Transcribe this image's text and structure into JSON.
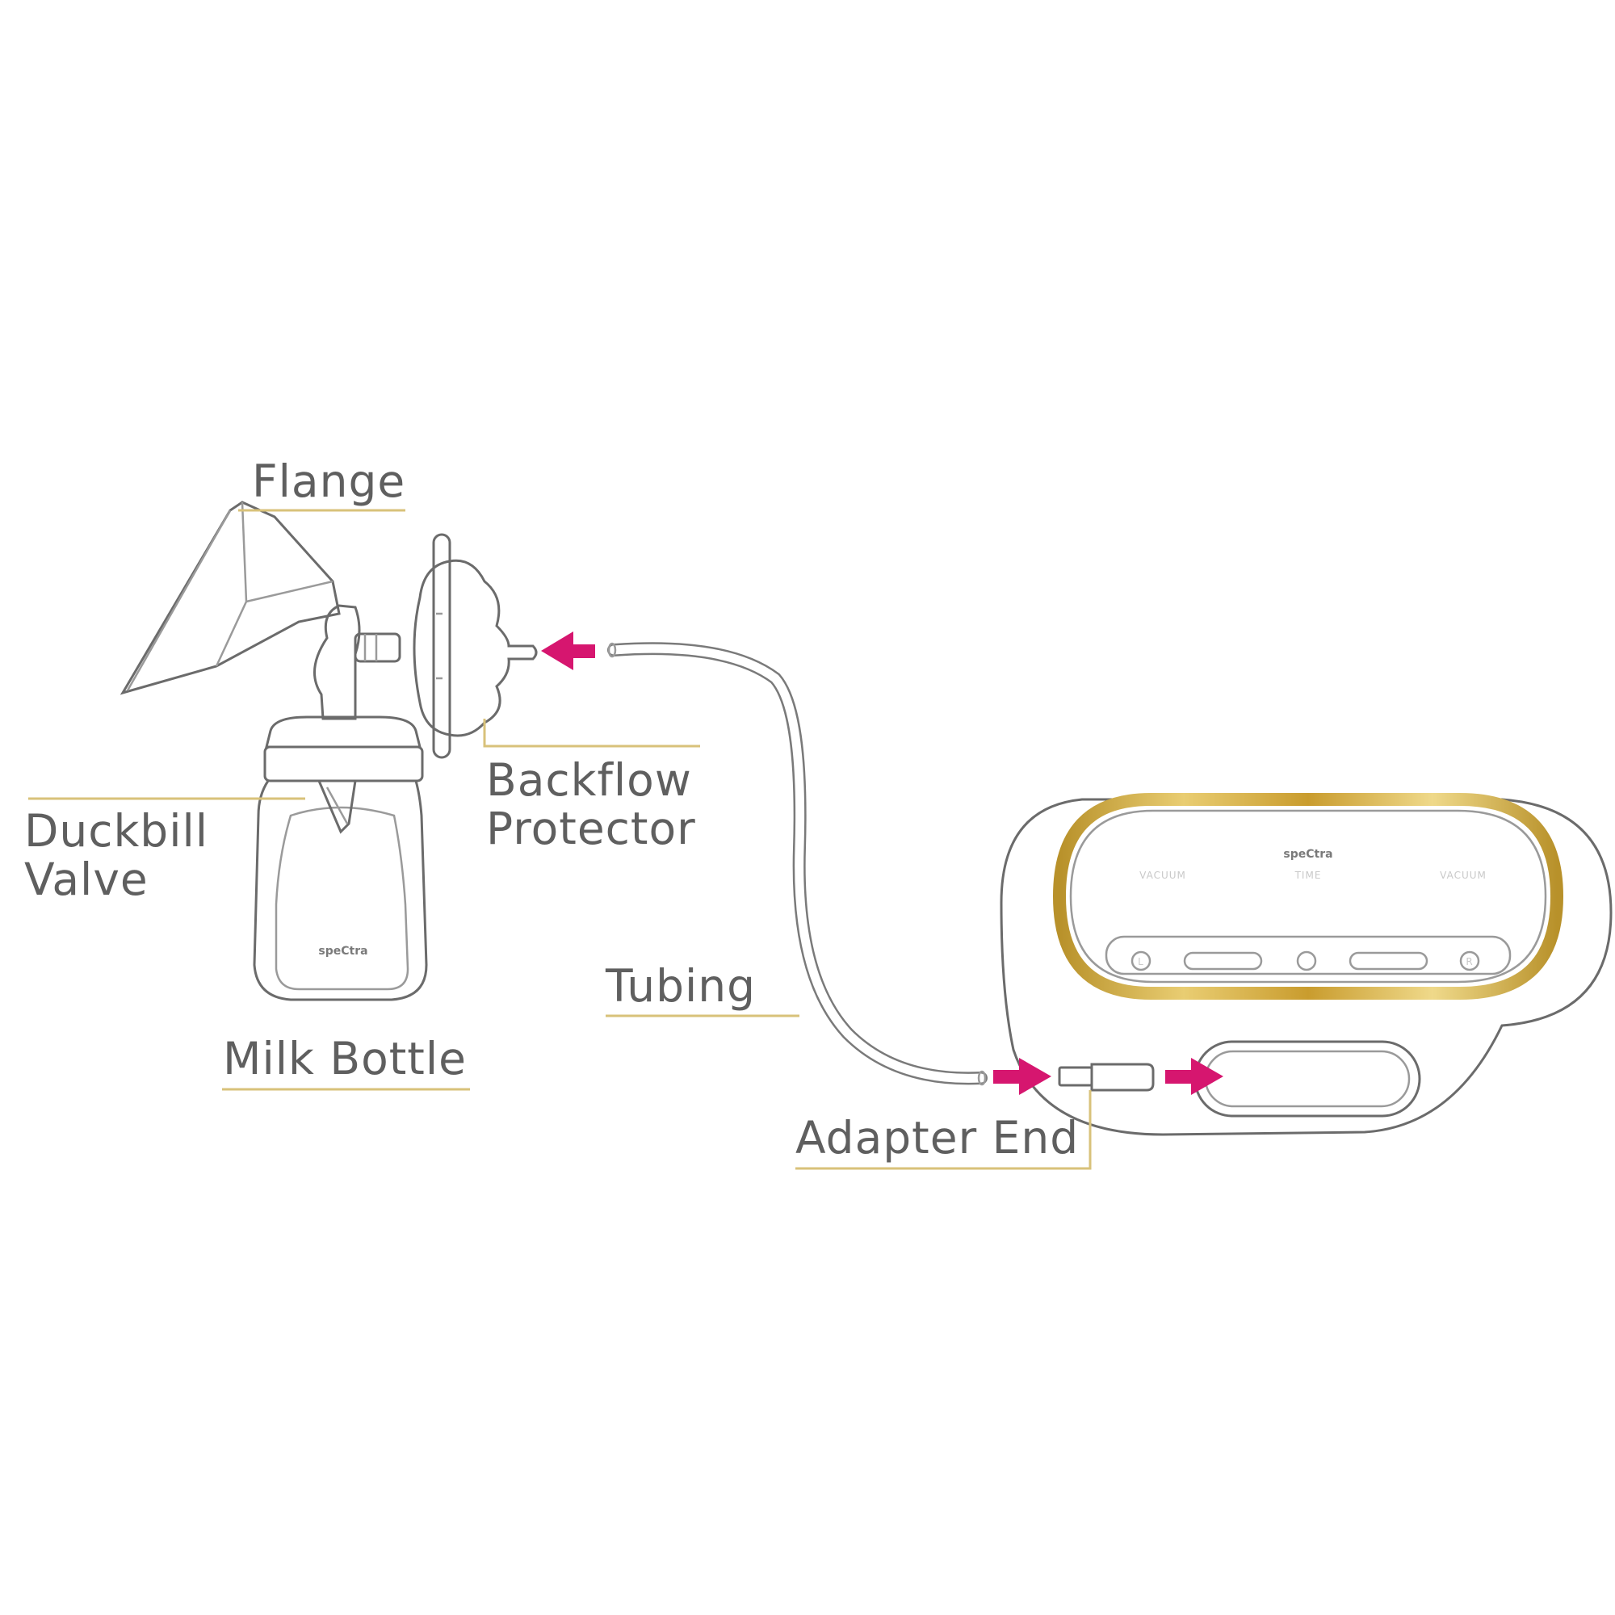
{
  "labels": {
    "flange": "Flange",
    "backflow_1": "Backflow",
    "backflow_2": "Protector",
    "duckbill_1": "Duckbill",
    "duckbill_2": "Valve",
    "tubing": "Tubing",
    "milk_bottle": "Milk Bottle",
    "adapter_end": "Adapter End"
  },
  "device": {
    "brand": "speCtra",
    "panel_left": "VACUUM",
    "panel_mid": "TIME",
    "panel_right": "VACUUM",
    "btn_left": "L",
    "btn_right": "R"
  },
  "bottle_brand": "speCtra",
  "colors": {
    "accent_gold": "#c9a43a",
    "arrow_magenta": "#d6166f",
    "text_gray": "#5f5f5f"
  }
}
